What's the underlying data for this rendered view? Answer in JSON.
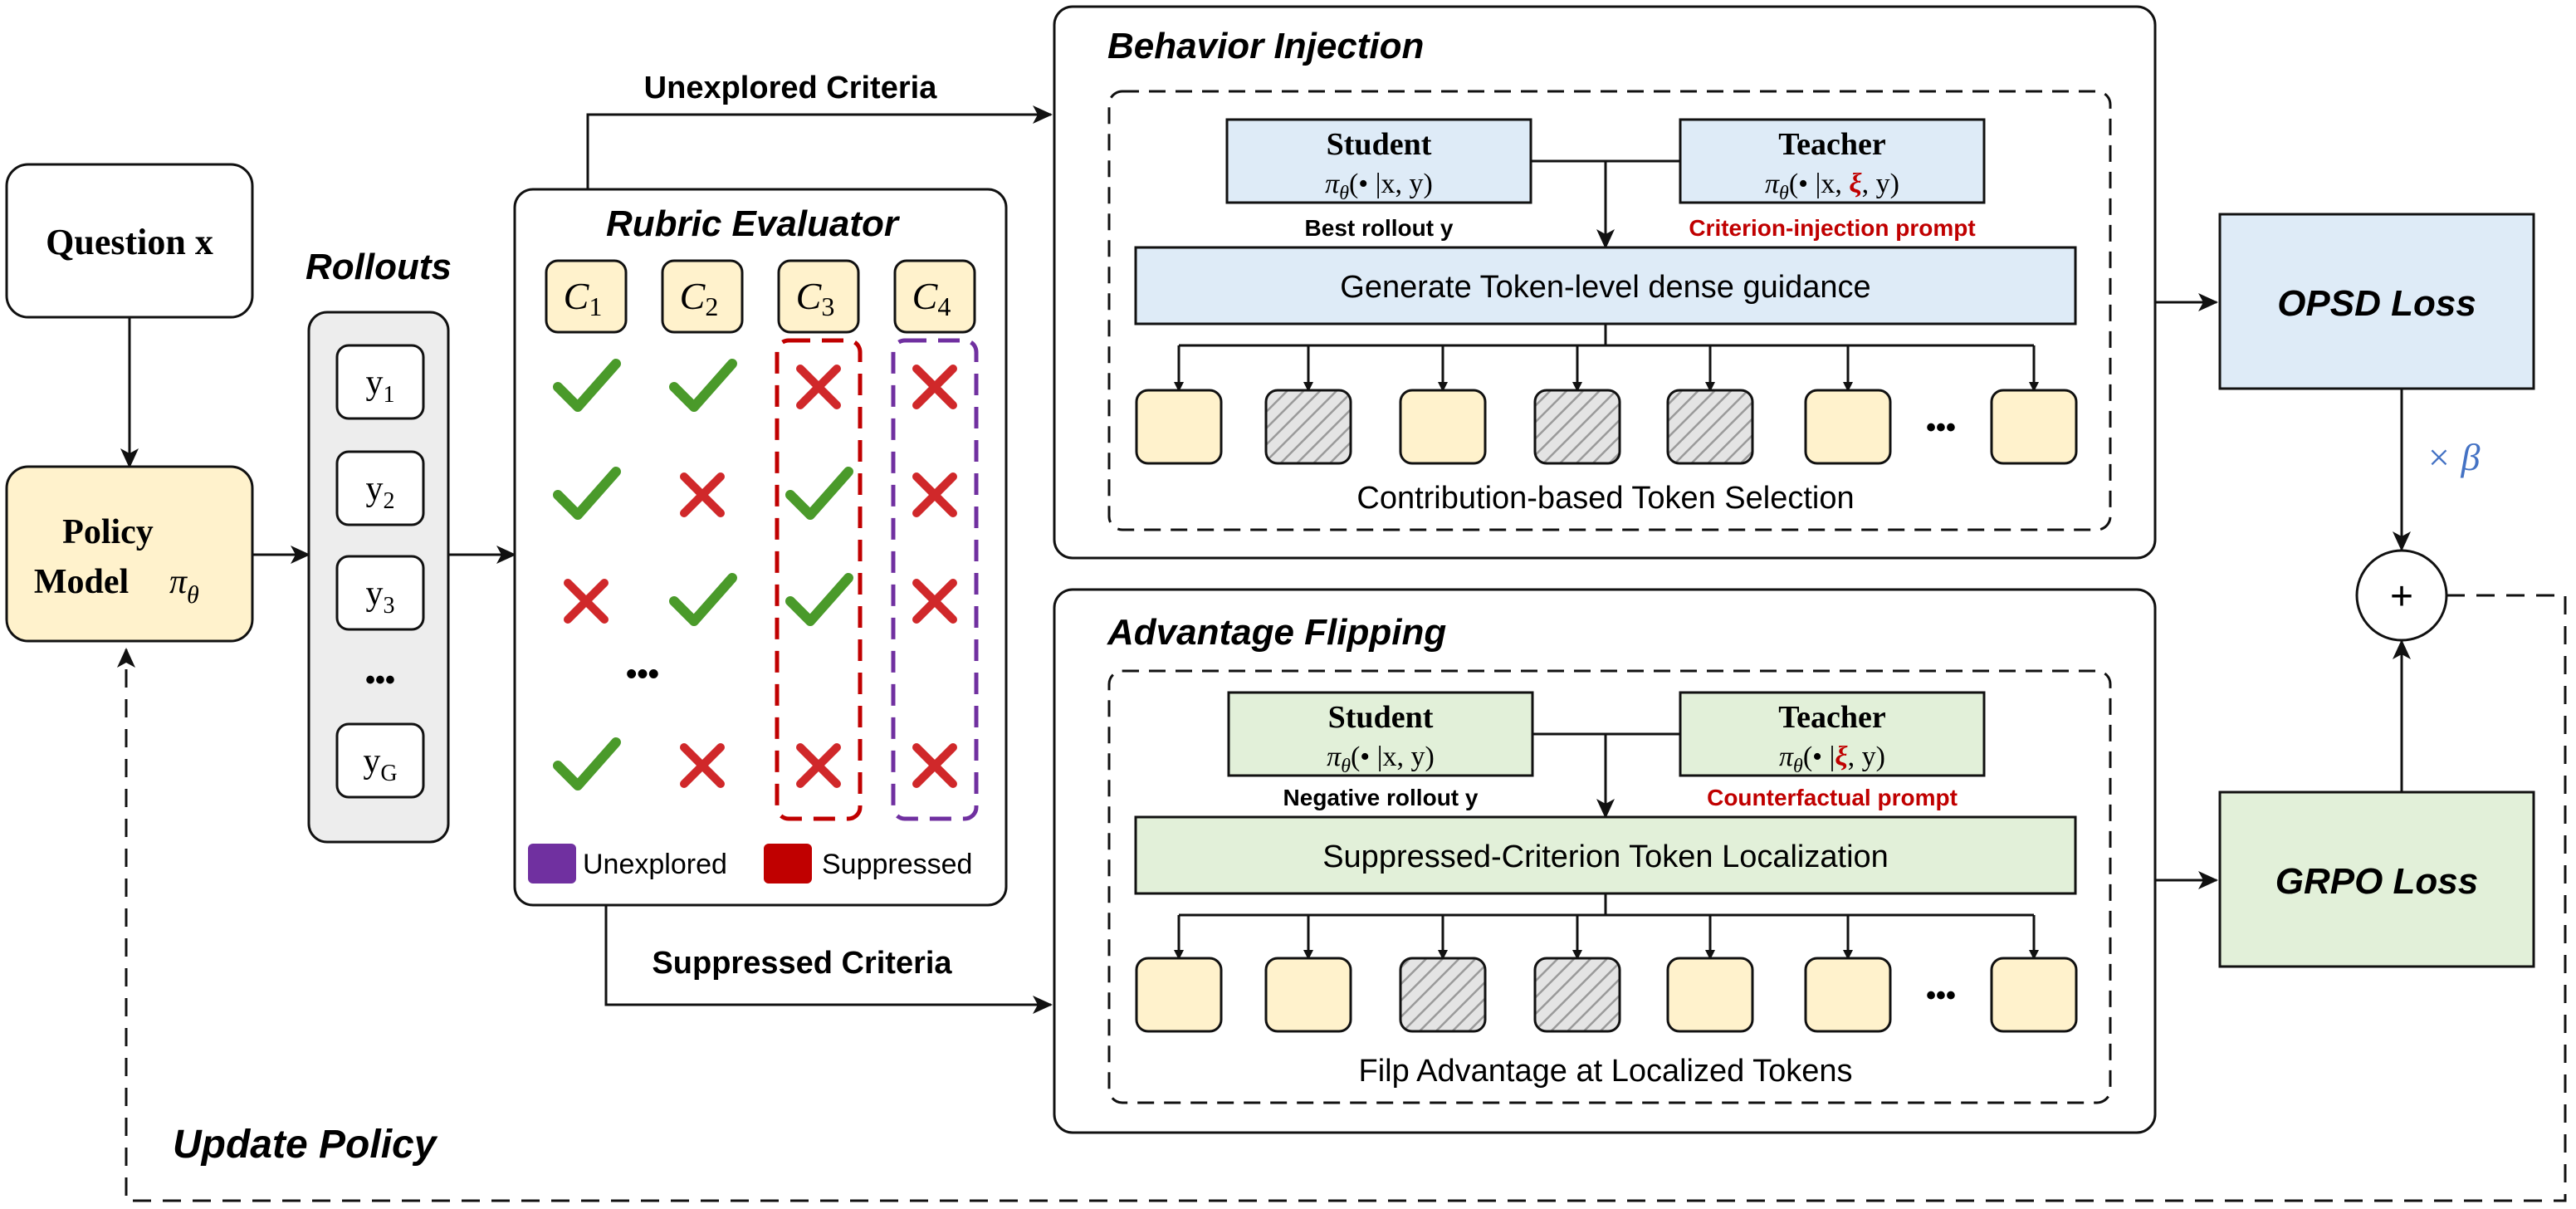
{
  "question": {
    "label": "Question x"
  },
  "policy_model": {
    "line1": "Policy",
    "line2": "Model",
    "symbol": "π",
    "subscript": "θ"
  },
  "rollouts": {
    "title": "Rollouts",
    "items": [
      {
        "base": "y",
        "sub": "1"
      },
      {
        "base": "y",
        "sub": "2"
      },
      {
        "base": "y",
        "sub": "3"
      },
      {
        "base": "y",
        "sub": "G"
      }
    ],
    "ellipsis": "•••"
  },
  "rubric": {
    "title": "Rubric Evaluator",
    "criteria": [
      {
        "base": "C",
        "sub": "1"
      },
      {
        "base": "C",
        "sub": "2"
      },
      {
        "base": "C",
        "sub": "3"
      },
      {
        "base": "C",
        "sub": "4"
      }
    ],
    "grid": [
      [
        "check",
        "check",
        "cross",
        "cross"
      ],
      [
        "check",
        "cross",
        "check",
        "cross"
      ],
      [
        "cross",
        "check",
        "check",
        "cross"
      ],
      [
        "check",
        "cross",
        "cross",
        "cross"
      ]
    ],
    "ellipsis": "•••",
    "legend": [
      {
        "label": "Unexplored",
        "color": "#7030a0"
      },
      {
        "label": "Suppressed",
        "color": "#c00000"
      }
    ]
  },
  "flows": {
    "unexplored": "Unexplored Criteria",
    "suppressed": "Suppressed Criteria",
    "update": "Update Policy"
  },
  "behavior": {
    "title": "Behavior Injection",
    "student": {
      "title": "Student",
      "formula": "π",
      "sub": "θ",
      "args": "(• |x, y)",
      "caption": "Best rollout y"
    },
    "teacher": {
      "title": "Teacher",
      "formula": "π",
      "sub": "θ",
      "args_pre": "(• |x, ",
      "xi": "ξ",
      "args_post": ", y)",
      "caption": "Criterion-injection prompt"
    },
    "bar": "Generate Token-level dense guidance",
    "tokens": [
      false,
      true,
      false,
      true,
      true,
      false,
      false
    ],
    "ellipsis": "•••",
    "footer": "Contribution-based Token Selection"
  },
  "advantage": {
    "title": "Advantage Flipping",
    "student": {
      "title": "Student",
      "formula": "π",
      "sub": "θ",
      "args": "(• |x, y)",
      "caption": "Negative rollout y"
    },
    "teacher": {
      "title": "Teacher",
      "formula": "π",
      "sub": "θ",
      "args_pre": "(• |",
      "xi": "ξ",
      "args_post": ", y)",
      "caption": "Counterfactual prompt"
    },
    "bar": "Suppressed-Criterion Token Localization",
    "tokens": [
      false,
      false,
      true,
      true,
      false,
      false,
      false
    ],
    "ellipsis": "•••",
    "footer": "Filp Advantage at Localized Tokens"
  },
  "losses": {
    "opsd": "OPSD Loss",
    "grpo": "GRPO Loss",
    "beta": "× β",
    "plus": "+"
  },
  "colors": {
    "yellow": "#fff2cc",
    "blue": "#deebf7",
    "green": "#e2f0d9",
    "gray": "#ededed",
    "check": "#4a9a2a",
    "cross": "#d0282a",
    "red_text": "#c00000",
    "beta": "#4472c4"
  }
}
